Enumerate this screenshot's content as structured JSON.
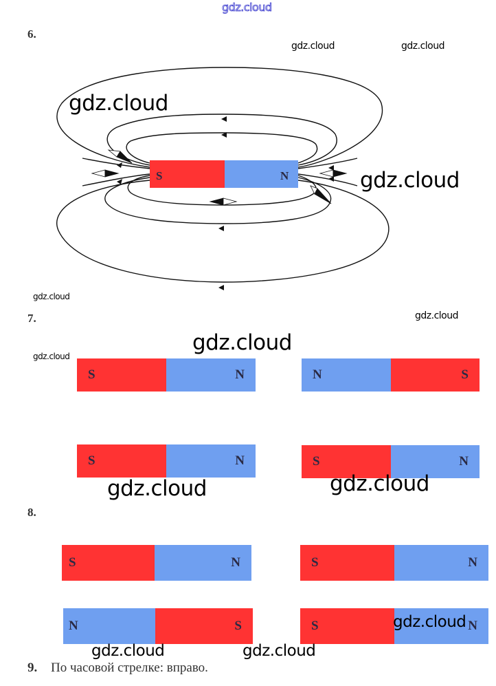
{
  "watermarks": {
    "top": "gdz.cloud",
    "text": "gdz.cloud"
  },
  "colors": {
    "south": "#ff3333",
    "north": "#6f9ff0"
  },
  "task6": {
    "number": "6.",
    "magnet": {
      "left": "S",
      "right": "N"
    }
  },
  "task7": {
    "number": "7.",
    "magnets": [
      {
        "left": "S",
        "right": "N",
        "left_pole": "south"
      },
      {
        "left": "N",
        "right": "S",
        "left_pole": "north"
      },
      {
        "left": "S",
        "right": "N",
        "left_pole": "south"
      },
      {
        "left": "S",
        "right": "N",
        "left_pole": "south"
      }
    ]
  },
  "task8": {
    "number": "8.",
    "magnets": [
      {
        "left": "S",
        "right": "N",
        "left_pole": "south"
      },
      {
        "left": "S",
        "right": "N",
        "left_pole": "south"
      },
      {
        "left": "N",
        "right": "S",
        "left_pole": "north"
      },
      {
        "left": "S",
        "right": "N",
        "left_pole": "south"
      }
    ]
  },
  "task9": {
    "number": "9.",
    "answer": "По часовой стрелке: вправо."
  }
}
